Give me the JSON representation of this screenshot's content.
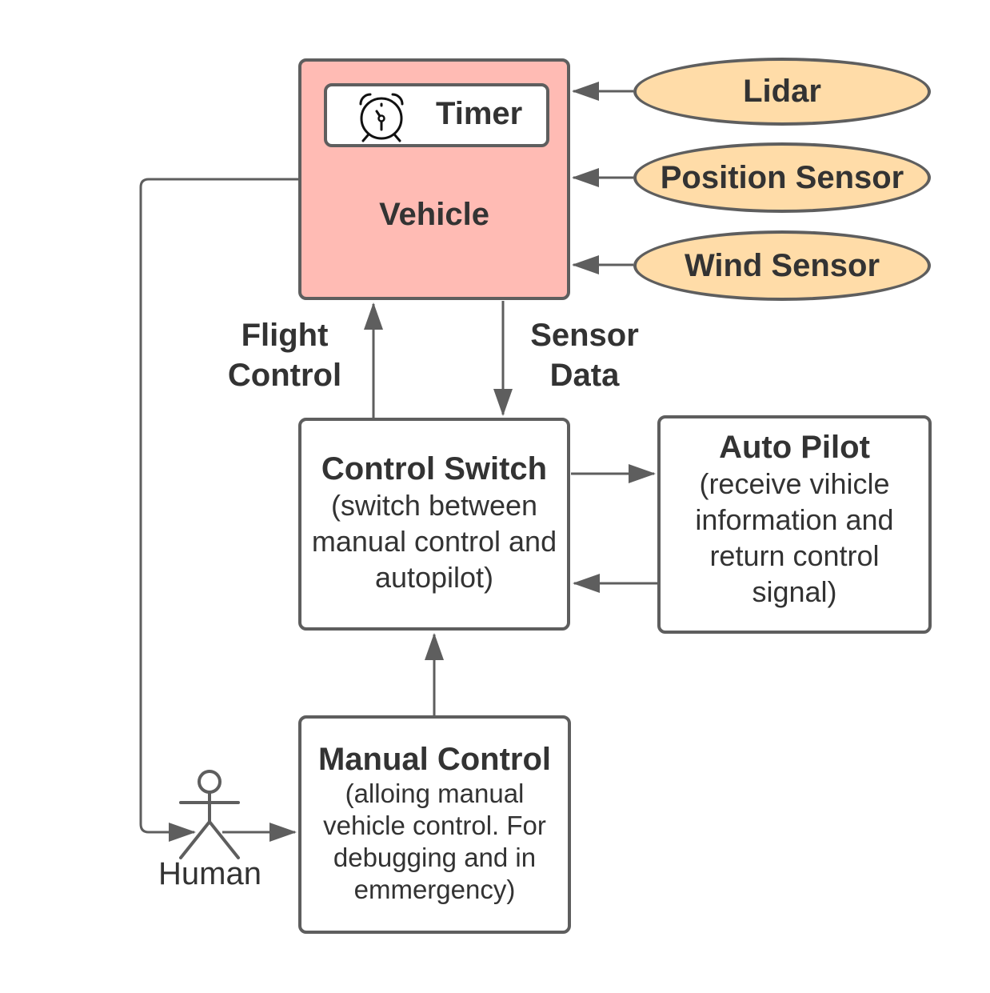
{
  "vehicle": {
    "label": "Vehicle"
  },
  "timer": {
    "label": "Timer",
    "icon": "alarm-clock-icon"
  },
  "sensors": {
    "lidar": "Lidar",
    "position": "Position Sensor",
    "wind": "Wind Sensor"
  },
  "edges": {
    "flight_control": [
      "Flight",
      "Control"
    ],
    "sensor_data": [
      "Sensor",
      "Data"
    ]
  },
  "control_switch": {
    "title": "Control Switch",
    "desc": [
      "(switch between",
      "manual control and",
      "autopilot)"
    ]
  },
  "auto_pilot": {
    "title": "Auto Pilot",
    "desc": [
      "(receive vihicle",
      "information and",
      "return control",
      "signal)"
    ]
  },
  "manual_control": {
    "title": "Manual Control",
    "desc": [
      "(alloing manual",
      "vehicle control. For",
      "debugging and in",
      "emmergency)"
    ]
  },
  "human": {
    "label": "Human",
    "icon": "stick-figure-icon"
  },
  "colors": {
    "vehicle_fill": "#ffbbb4",
    "sensor_fill": "#ffdca8",
    "stroke": "#5e5e5e",
    "text": "#333333"
  }
}
